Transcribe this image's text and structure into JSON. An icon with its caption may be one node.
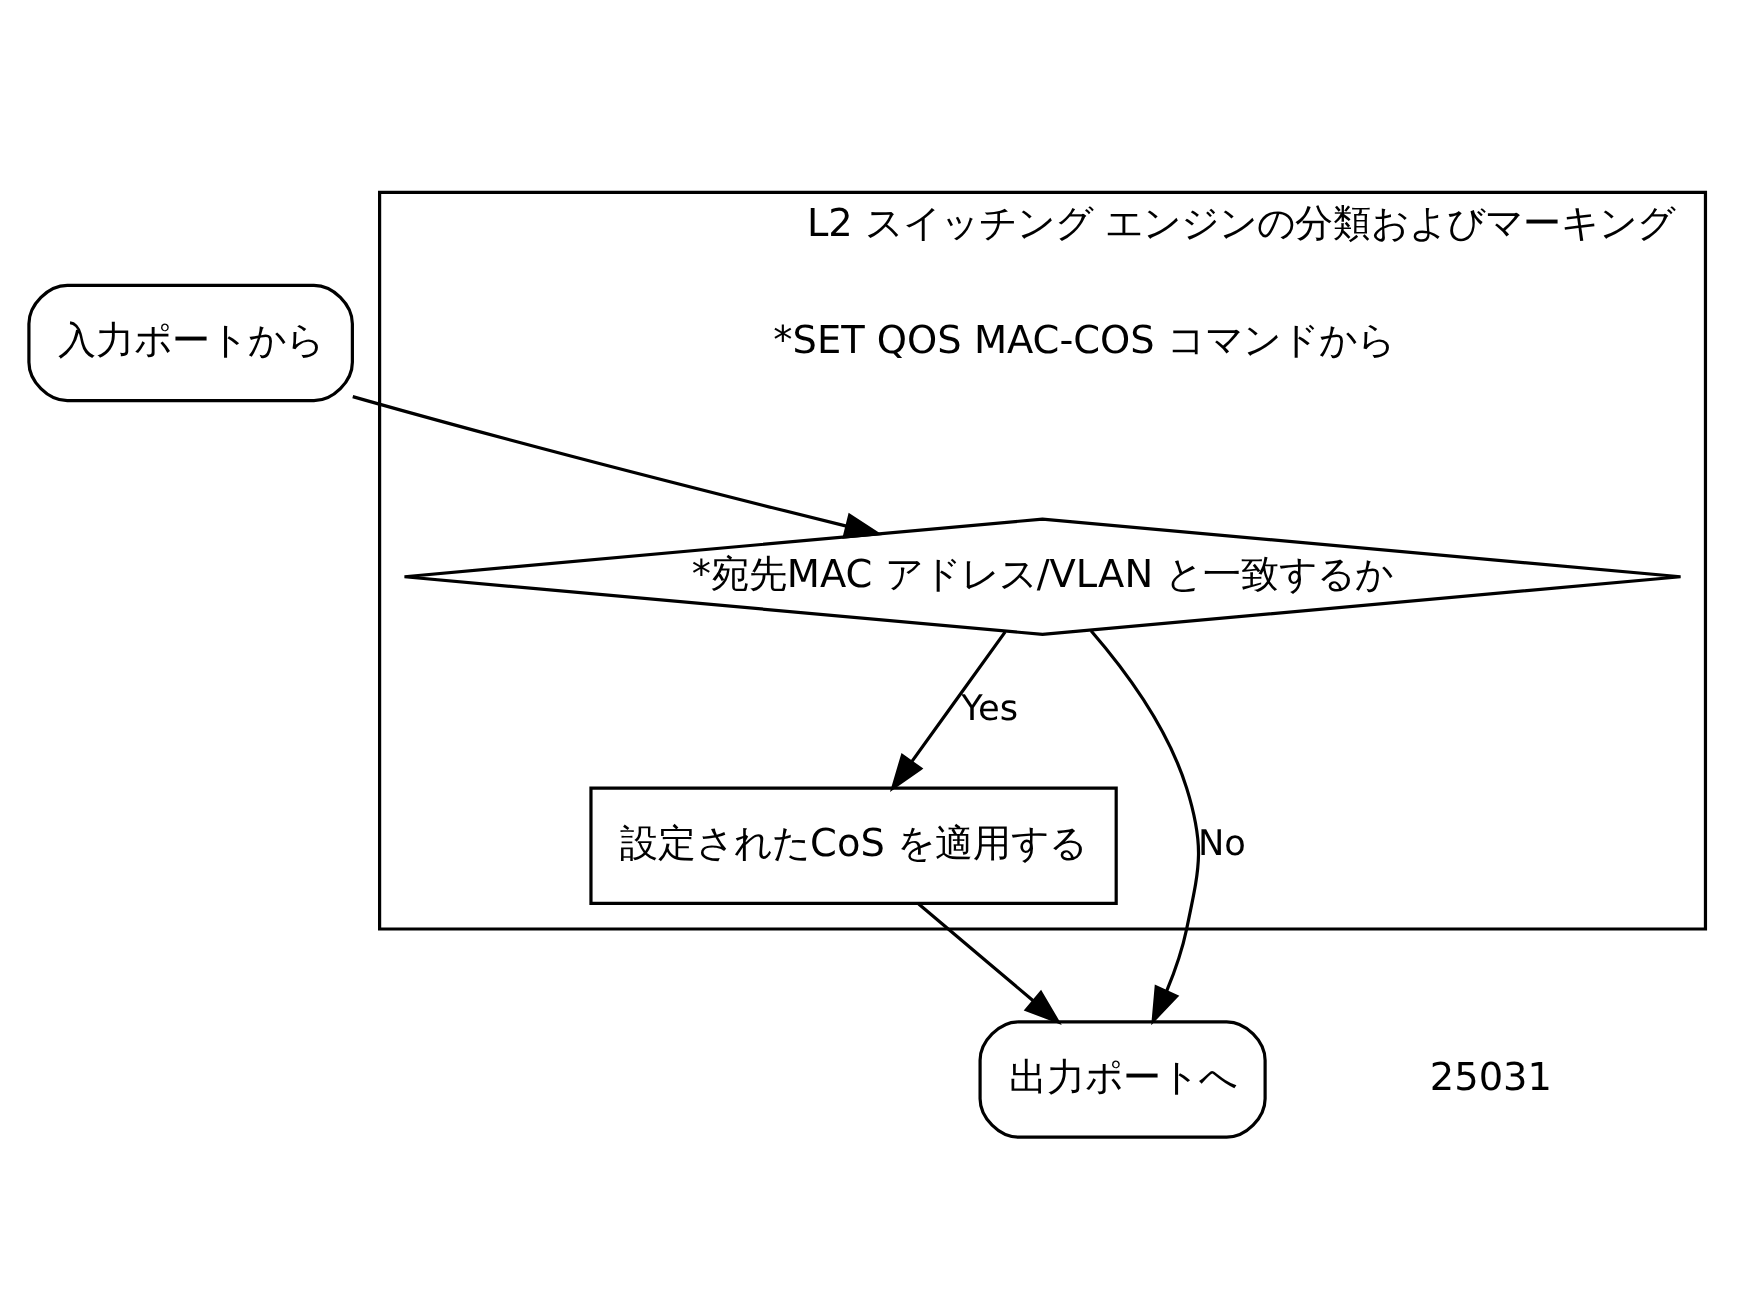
{
  "diagram": {
    "nodes": [
      {
        "text": [
          "入力ポートから"
        ]
      },
      {
        "text": [
          "L2 スイッチング エンジンの分類およびマーキング"
        ]
      },
      {
        "text": [
          "*宛先MAC アドレス/VLAN と一致するか"
        ],
        "in": 1
      },
      {
        "text": [
          "設定されたCoS を適用する"
        ],
        "in": 1
      },
      {
        "text": [
          "出力ポートへ"
        ]
      }
    ],
    "edges": [
      {
        "from": 0,
        "to": 2,
        "arrow": "to"
      },
      {
        "from": 2,
        "to": 3,
        "arrow": "to",
        "label": "Yes"
      },
      {
        "from": 2,
        "to": 4,
        "arrow": "to",
        "label": "No"
      },
      {
        "from": 3,
        "to": 4,
        "arrow": "to"
      }
    ],
    "labels": [
      "*SET QOS MAC-COS コマンドから",
      "25031"
    ]
  }
}
